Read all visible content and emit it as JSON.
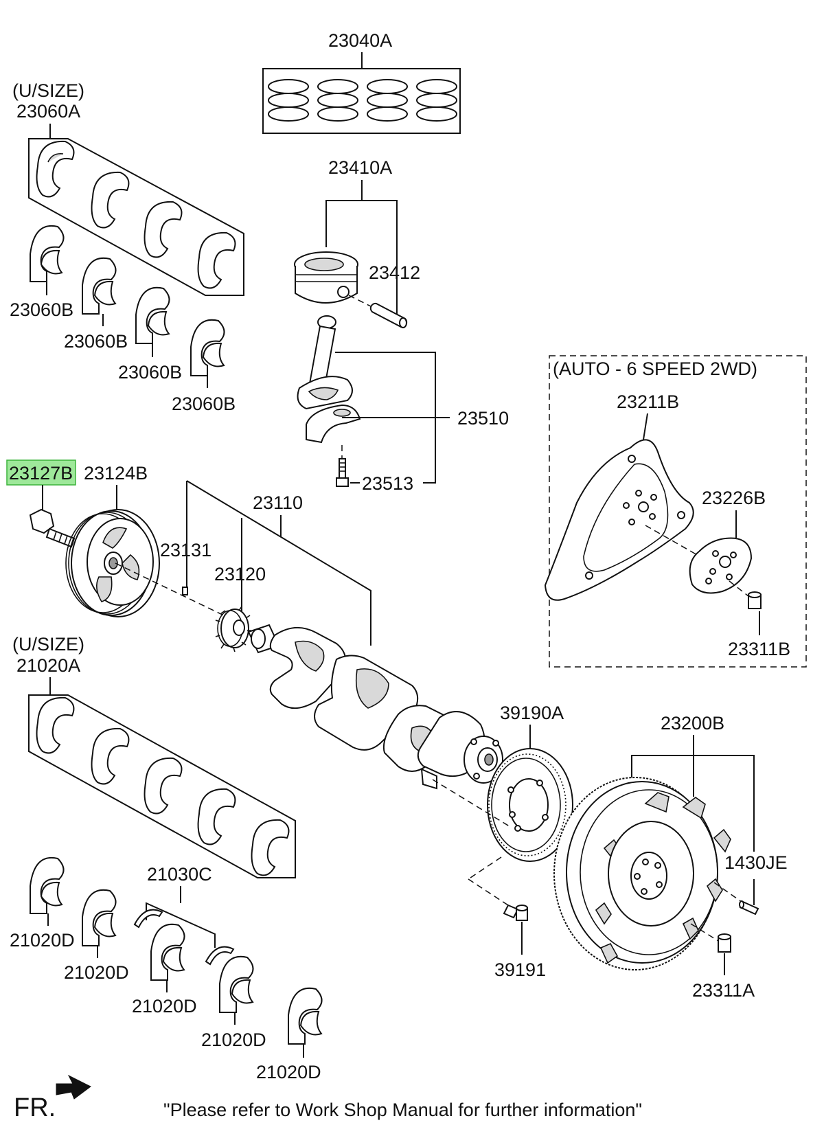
{
  "labels": {
    "p23040A": "23040A",
    "usize_top": "(U/SIZE)",
    "p23060A": "23060A",
    "p23410A": "23410A",
    "p23412": "23412",
    "p23060B_1": "23060B",
    "p23060B_2": "23060B",
    "p23060B_3": "23060B",
    "p23060B_4": "23060B",
    "auto_box_title": "(AUTO - 6 SPEED 2WD)",
    "p23211B": "23211B",
    "p23510": "23510",
    "p23127B": "23127B",
    "p23124B": "23124B",
    "p23513": "23513",
    "p23226B": "23226B",
    "p23110": "23110",
    "p23131": "23131",
    "p23120": "23120",
    "p23311B": "23311B",
    "usize_bottom": "(U/SIZE)",
    "p21020A": "21020A",
    "p39190A": "39190A",
    "p23200B": "23200B",
    "p21030C": "21030C",
    "p1430JE": "1430JE",
    "p21020D_1": "21020D",
    "p21020D_2": "21020D",
    "p39191": "39191",
    "p21020D_3": "21020D",
    "p23311A": "23311A",
    "p21020D_4": "21020D",
    "p21020D_5": "21020D"
  },
  "footer": {
    "front_marker": "FR.",
    "note": "\"Please refer to Work Shop Manual for further information\""
  },
  "highlighted_part": "23127B",
  "colors": {
    "highlight_fill": "#9ee89a",
    "highlight_border": "#3bb33b",
    "line": "#111111"
  },
  "icons": {
    "front_arrow": "arrow-front-icon"
  }
}
